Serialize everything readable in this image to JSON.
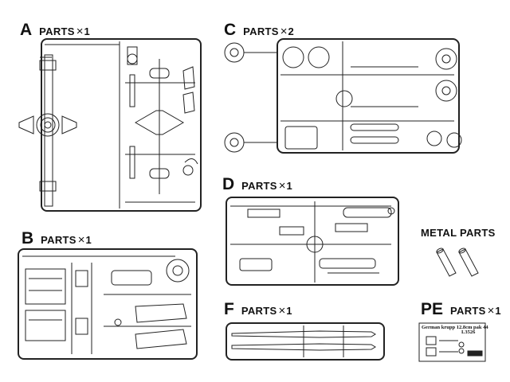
{
  "groups": {
    "A": {
      "letter": "A",
      "parts_label": "PARTS",
      "count": "1"
    },
    "B": {
      "letter": "B",
      "parts_label": "PARTS",
      "count": "1"
    },
    "C": {
      "letter": "C",
      "parts_label": "PARTS",
      "count": "2"
    },
    "D": {
      "letter": "D",
      "parts_label": "PARTS",
      "count": "1"
    },
    "F": {
      "letter": "F",
      "parts_label": "PARTS",
      "count": "1"
    },
    "PE": {
      "letter": "PE",
      "parts_label": "PARTS",
      "count": "1"
    }
  },
  "metal_parts_label": "METAL PARTS",
  "pe_card": {
    "line1": "German krupp 12.8cm pak 44",
    "line2": "L3526"
  },
  "line_color": "#222222"
}
